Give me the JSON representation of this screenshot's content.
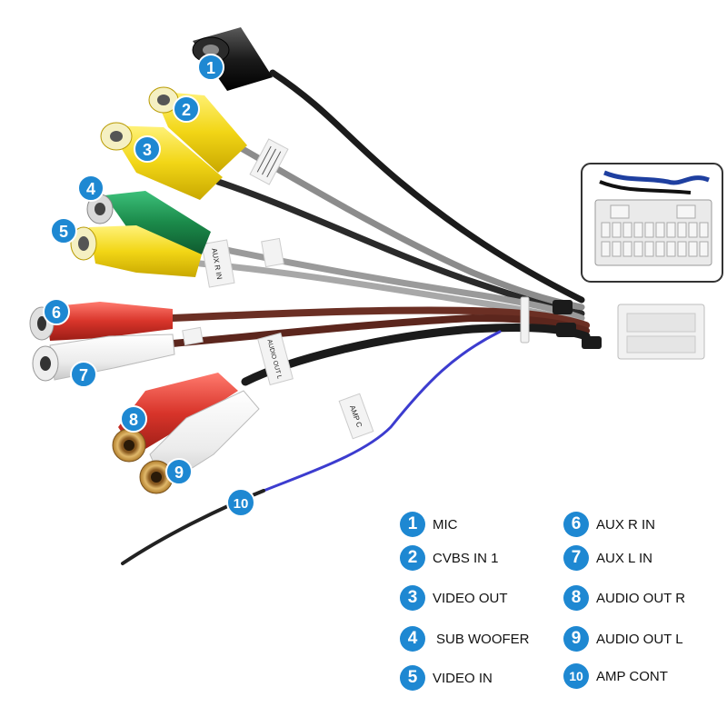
{
  "badges": [
    "1",
    "2",
    "3",
    "4",
    "5",
    "6",
    "7",
    "8",
    "9",
    "10"
  ],
  "legend": [
    {
      "num": "1",
      "label": "MIC"
    },
    {
      "num": "2",
      "label": "CVBS IN 1"
    },
    {
      "num": "3",
      "label": "VIDEO OUT"
    },
    {
      "num": "4",
      "label": "SUB WOOFER"
    },
    {
      "num": "5",
      "label": "VIDEO IN"
    },
    {
      "num": "6",
      "label": "AUX R IN"
    },
    {
      "num": "7",
      "label": "AUX L IN"
    },
    {
      "num": "8",
      "label": "AUDIO OUT R"
    },
    {
      "num": "9",
      "label": "AUDIO OUT L"
    },
    {
      "num": "10",
      "label": "AMP CONT"
    }
  ],
  "wire_tags": [
    "AUX R IN",
    "AUDIO OUT L",
    "AMP C"
  ],
  "colors": {
    "badge_blue": "#1e88d2",
    "yellow": "#f2d616",
    "green": "#1b8a4a",
    "red": "#d8342a",
    "white": "#f4f4f4",
    "black": "#1b1b1b",
    "brown": "#6b2f24",
    "gray": "#9a9a9a",
    "blue_wire": "#3c3ccf"
  }
}
